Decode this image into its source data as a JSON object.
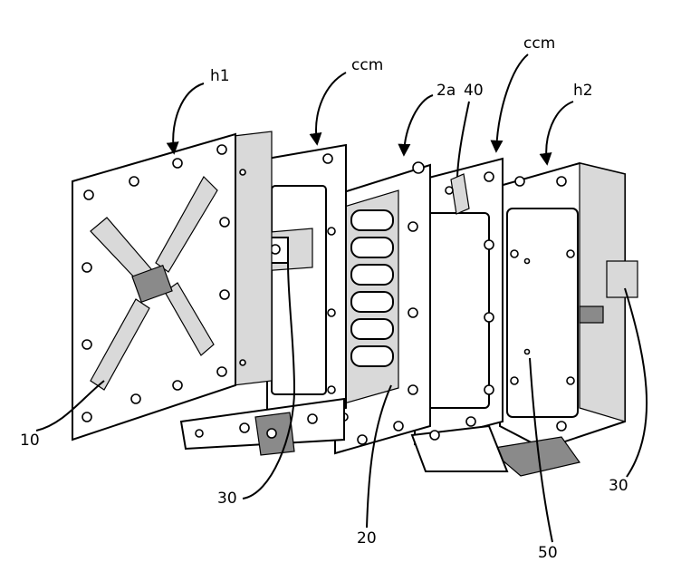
{
  "labels": {
    "h1": "h1",
    "ccm_left": "ccm",
    "plate_2a": "2a",
    "part_40": "40",
    "ccm_right": "ccm",
    "h2": "h2",
    "part_10": "10",
    "part_30_left": "30",
    "part_20": "20",
    "part_50": "50",
    "part_30_right": "30"
  }
}
